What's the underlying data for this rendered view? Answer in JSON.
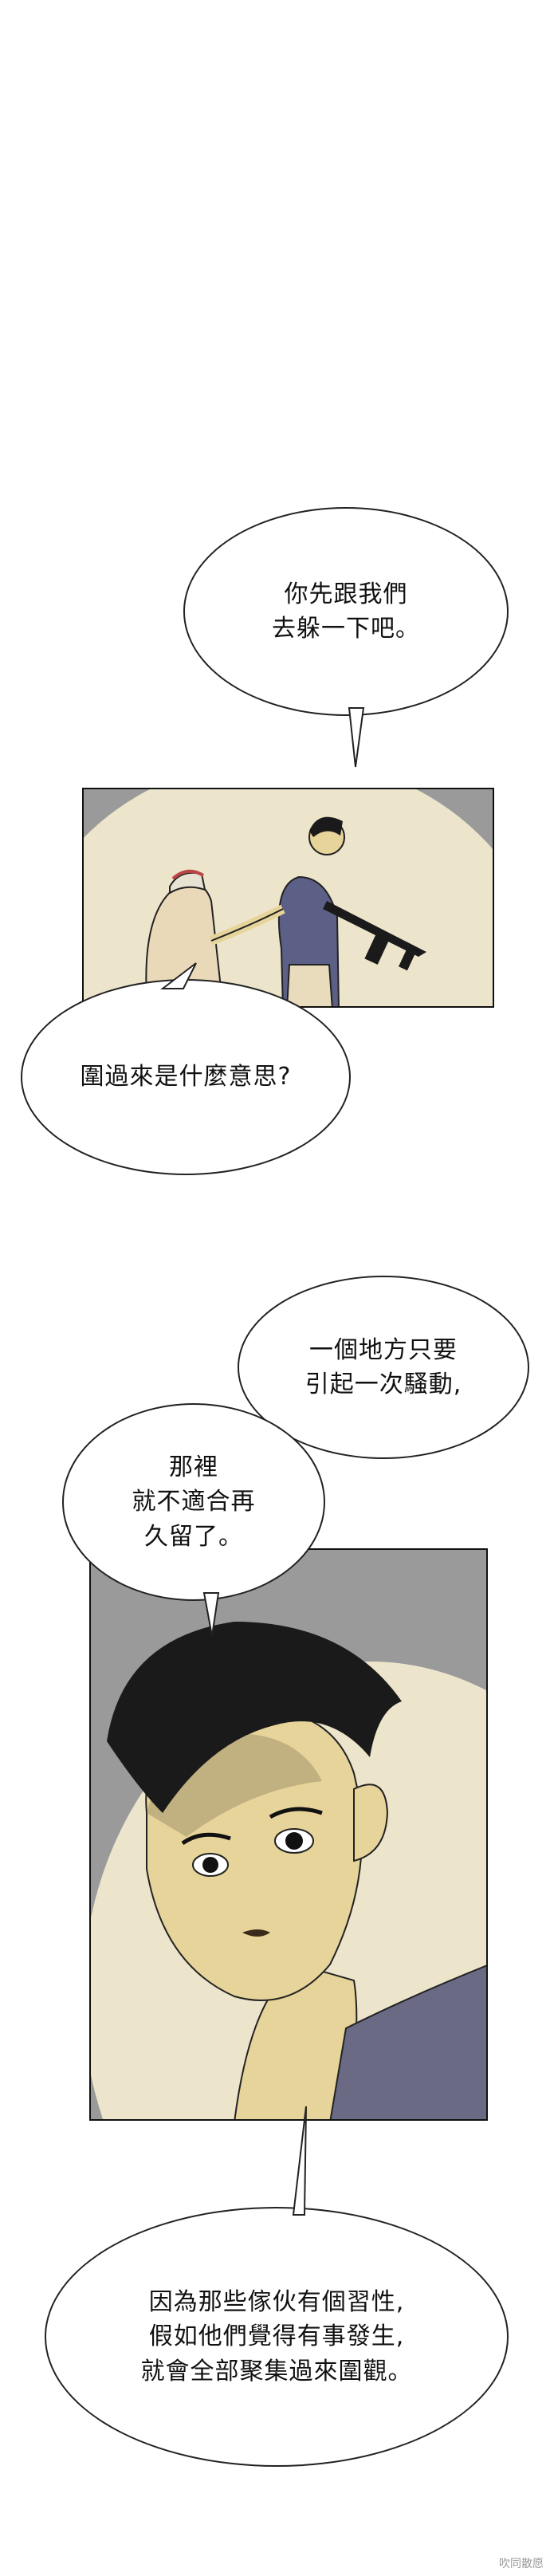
{
  "bubbles": {
    "b1": "你先跟我們\n去躲一下吧。",
    "b2": "圍過來是什麼意思?",
    "b3": "一個地方只要\n引起一次騷動,",
    "b4": "那裡\n就不適合再\n久留了。",
    "b5": "因為那些傢伙有個習性,\n假如他們覺得有事發生,\n就會全部聚集過來圍觀。"
  },
  "watermark": "吹同散愿",
  "colors": {
    "panel_gray": "#9a9a9a",
    "spotlight": "#ece5cc",
    "shirt": "#6a6a84",
    "skin": "#e7d49a"
  }
}
